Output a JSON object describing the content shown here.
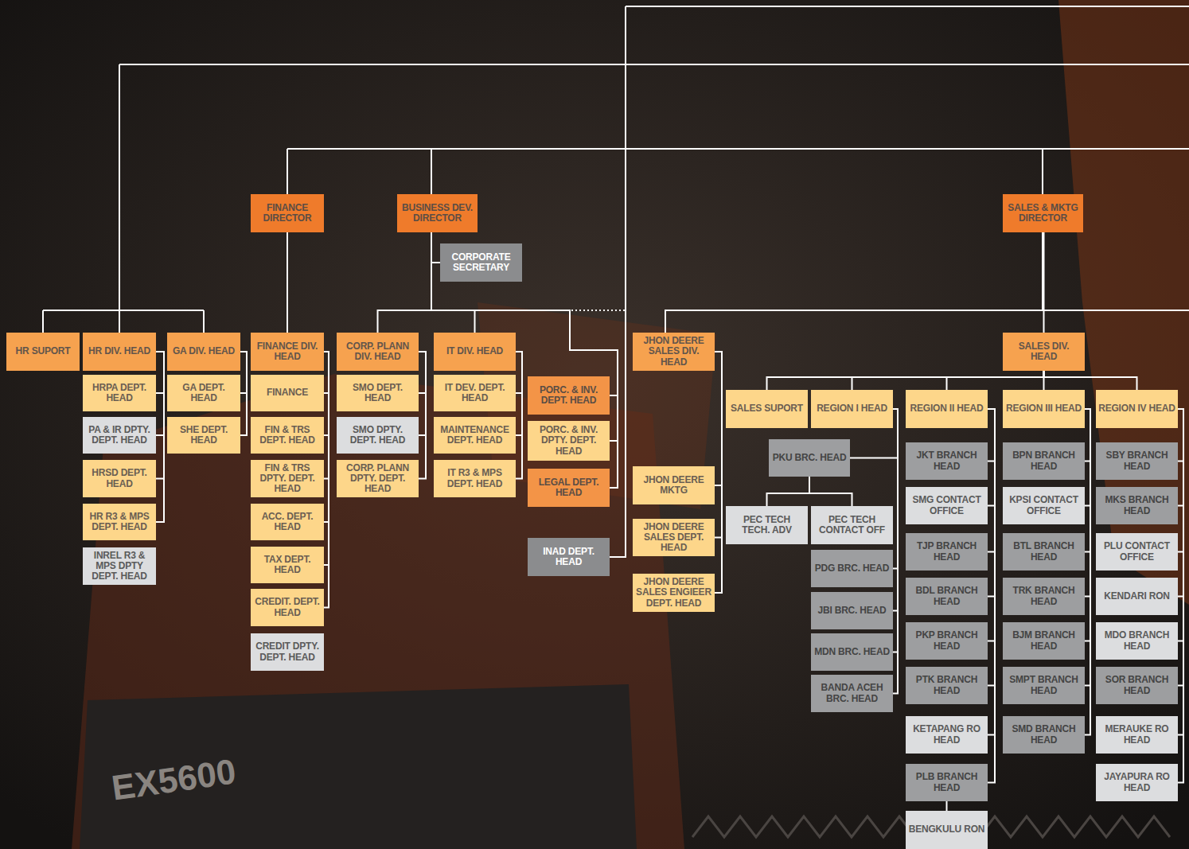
{
  "diagram": {
    "nodes": [
      {
        "text": [
          "FINANCE DIRECTOR"
        ]
      },
      {
        "text": [
          "BUSINESS DEV. DIRECTOR"
        ]
      },
      {
        "text": [
          "CORPORATE SECRETARY"
        ]
      },
      {
        "text": [
          "SALES & MKTG DIRECTOR"
        ]
      },
      {
        "text": [
          "HR SUPORT"
        ]
      },
      {
        "text": [
          "HR DIV. HEAD"
        ]
      },
      {
        "text": [
          "HRPA DEPT. HEAD"
        ]
      },
      {
        "text": [
          "PA & IR DPTY. DEPT. HEAD"
        ]
      },
      {
        "text": [
          "HRSD DEPT. HEAD"
        ]
      },
      {
        "text": [
          "HR R3 & MPS DEPT. HEAD"
        ]
      },
      {
        "text": [
          "INREL R3 & MPS DPTY DEPT. HEAD"
        ]
      },
      {
        "text": [
          "GA DIV. HEAD"
        ]
      },
      {
        "text": [
          "GA DEPT. HEAD"
        ]
      },
      {
        "text": [
          "SHE DEPT. HEAD"
        ]
      },
      {
        "text": [
          "FINANCE DIV. HEAD"
        ]
      },
      {
        "text": [
          "FINANCE"
        ]
      },
      {
        "text": [
          "FIN & TRS DEPT. HEAD"
        ]
      },
      {
        "text": [
          "FIN & TRS DPTY. DEPT. HEAD"
        ]
      },
      {
        "text": [
          "ACC. DEPT. HEAD"
        ]
      },
      {
        "text": [
          "TAX DEPT. HEAD"
        ]
      },
      {
        "text": [
          "CREDIT. DEPT. HEAD"
        ]
      },
      {
        "text": [
          "CREDIT DPTY. DEPT. HEAD"
        ]
      },
      {
        "text": [
          "CORP. PLANN DIV. HEAD"
        ]
      },
      {
        "text": [
          "SMO DEPT. HEAD"
        ]
      },
      {
        "text": [
          "SMO DPTY. DEPT. HEAD"
        ]
      },
      {
        "text": [
          "CORP. PLANN DPTY. DEPT. HEAD"
        ]
      },
      {
        "text": [
          "IT DIV. HEAD"
        ]
      },
      {
        "text": [
          "IT DEV. DEPT. HEAD"
        ]
      },
      {
        "text": [
          "MAINTENANCE DEPT. HEAD"
        ]
      },
      {
        "text": [
          "IT R3 & MPS DEPT. HEAD"
        ]
      },
      {
        "text": [
          "PORC. & INV. DEPT. HEAD"
        ]
      },
      {
        "text": [
          "PORC. & INV. DPTY. DEPT. HEAD"
        ]
      },
      {
        "text": [
          "LEGAL DEPT. HEAD"
        ]
      },
      {
        "text": [
          "INAD DEPT. HEAD"
        ]
      },
      {
        "text": [
          "JHON DEERE SALES DIV. HEAD"
        ]
      },
      {
        "text": [
          "JHON DEERE MKTG"
        ]
      },
      {
        "text": [
          "JHON DEERE SALES DEPT. HEAD"
        ]
      },
      {
        "text": [
          "JHON DEERE SALES ENGIEER DEPT. HEAD"
        ]
      },
      {
        "text": [
          "SALES DIV. HEAD"
        ]
      },
      {
        "text": [
          "SALES SUPORT"
        ]
      },
      {
        "text": [
          "REGION I HEAD"
        ]
      },
      {
        "text": [
          "PKU BRC. HEAD"
        ]
      },
      {
        "text": [
          "PEC TECH TECH. ADV"
        ]
      },
      {
        "text": [
          "PEC TECH CONTACT OFF"
        ]
      },
      {
        "text": [
          "PDG BRC. HEAD"
        ]
      },
      {
        "text": [
          "JBI BRC. HEAD"
        ]
      },
      {
        "text": [
          "MDN BRC. HEAD"
        ]
      },
      {
        "text": [
          "BANDA ACEH BRC. HEAD"
        ]
      },
      {
        "text": [
          "REGION II HEAD"
        ]
      },
      {
        "text": [
          "JKT BRANCH HEAD"
        ]
      },
      {
        "text": [
          "SMG CONTACT OFFICE"
        ]
      },
      {
        "text": [
          "TJP BRANCH HEAD"
        ]
      },
      {
        "text": [
          "BDL BRANCH HEAD"
        ]
      },
      {
        "text": [
          "PKP BRANCH HEAD"
        ]
      },
      {
        "text": [
          "PTK BRANCH HEAD"
        ]
      },
      {
        "text": [
          "KETAPANG RO HEAD"
        ]
      },
      {
        "text": [
          "PLB BRANCH HEAD"
        ]
      },
      {
        "text": [
          "BENGKULU RON"
        ]
      },
      {
        "text": [
          "REGION III HEAD"
        ]
      },
      {
        "text": [
          "BPN BRANCH HEAD"
        ]
      },
      {
        "text": [
          "KPSI CONTACT OFFICE"
        ]
      },
      {
        "text": [
          "BTL BRANCH HEAD"
        ]
      },
      {
        "text": [
          "TRK BRANCH HEAD"
        ]
      },
      {
        "text": [
          "BJM BRANCH HEAD"
        ]
      },
      {
        "text": [
          "SMPT BRANCH HEAD"
        ]
      },
      {
        "text": [
          "SMD BRANCH HEAD"
        ]
      },
      {
        "text": [
          "REGION IV HEAD"
        ]
      },
      {
        "text": [
          "SBY BRANCH HEAD"
        ]
      },
      {
        "text": [
          "MKS BRANCH HEAD"
        ]
      },
      {
        "text": [
          "PLU CONTACT OFFICE"
        ]
      },
      {
        "text": [
          "KENDARI RON"
        ]
      },
      {
        "text": [
          "MDO BRANCH HEAD"
        ]
      },
      {
        "text": [
          "SOR BRANCH HEAD"
        ]
      },
      {
        "text": [
          "MERAUKE RO HEAD"
        ]
      },
      {
        "text": [
          "JAYAPURA RO HEAD"
        ]
      }
    ],
    "edges": [
      {
        "from": 0,
        "to": 14,
        "arrow": "none"
      },
      {
        "from": 1,
        "to": 2,
        "arrow": "none"
      },
      {
        "from": 1,
        "to": 22,
        "arrow": "none"
      },
      {
        "from": 1,
        "to": 26,
        "arrow": "none"
      },
      {
        "from": 1,
        "to": 30,
        "arrow": "none"
      },
      {
        "from": 1,
        "to": 31,
        "arrow": "none"
      },
      {
        "from": 1,
        "to": 32,
        "arrow": "none"
      },
      {
        "from": 3,
        "to": 38,
        "arrow": "none"
      },
      {
        "from": 3,
        "to": 34,
        "arrow": "none"
      },
      {
        "from": 5,
        "to": 6,
        "arrow": "none"
      },
      {
        "from": 5,
        "to": 7,
        "arrow": "none"
      },
      {
        "from": 5,
        "to": 8,
        "arrow": "none"
      },
      {
        "from": 5,
        "to": 9,
        "arrow": "none"
      },
      {
        "from": 11,
        "to": 12,
        "arrow": "none"
      },
      {
        "from": 11,
        "to": 13,
        "arrow": "none"
      },
      {
        "from": 14,
        "to": 15,
        "arrow": "none"
      },
      {
        "from": 14,
        "to": 16,
        "arrow": "none"
      },
      {
        "from": 14,
        "to": 17,
        "arrow": "none"
      },
      {
        "from": 14,
        "to": 18,
        "arrow": "none"
      },
      {
        "from": 14,
        "to": 19,
        "arrow": "none"
      },
      {
        "from": 14,
        "to": 20,
        "arrow": "none"
      },
      {
        "from": 22,
        "to": 23,
        "arrow": "none"
      },
      {
        "from": 22,
        "to": 24,
        "arrow": "none"
      },
      {
        "from": 22,
        "to": 25,
        "arrow": "none"
      },
      {
        "from": 26,
        "to": 27,
        "arrow": "none"
      },
      {
        "from": 26,
        "to": 28,
        "arrow": "none"
      },
      {
        "from": 26,
        "to": 29,
        "arrow": "none"
      },
      {
        "from": 34,
        "to": 35,
        "arrow": "none"
      },
      {
        "from": 34,
        "to": 36,
        "arrow": "none"
      },
      {
        "from": 34,
        "to": 37,
        "arrow": "none"
      },
      {
        "from": 38,
        "to": 39,
        "arrow": "none"
      },
      {
        "from": 38,
        "to": 40,
        "arrow": "none"
      },
      {
        "from": 38,
        "to": 48,
        "arrow": "none"
      },
      {
        "from": 38,
        "to": 58,
        "arrow": "none"
      },
      {
        "from": 38,
        "to": 66,
        "arrow": "none"
      },
      {
        "from": 40,
        "to": 41,
        "arrow": "none"
      },
      {
        "from": 40,
        "to": 44,
        "arrow": "none"
      },
      {
        "from": 40,
        "to": 45,
        "arrow": "none"
      },
      {
        "from": 40,
        "to": 46,
        "arrow": "none"
      },
      {
        "from": 40,
        "to": 47,
        "arrow": "none"
      },
      {
        "from": 41,
        "to": 42,
        "arrow": "none"
      },
      {
        "from": 41,
        "to": 43,
        "arrow": "none"
      },
      {
        "from": 48,
        "to": 49,
        "arrow": "none"
      },
      {
        "from": 48,
        "to": 50,
        "arrow": "none"
      },
      {
        "from": 48,
        "to": 51,
        "arrow": "none"
      },
      {
        "from": 48,
        "to": 52,
        "arrow": "none"
      },
      {
        "from": 48,
        "to": 53,
        "arrow": "none"
      },
      {
        "from": 48,
        "to": 54,
        "arrow": "none"
      },
      {
        "from": 48,
        "to": 55,
        "arrow": "none"
      },
      {
        "from": 48,
        "to": 56,
        "arrow": "none"
      },
      {
        "from": 56,
        "to": 57,
        "arrow": "none"
      },
      {
        "from": 58,
        "to": 59,
        "arrow": "none"
      },
      {
        "from": 58,
        "to": 60,
        "arrow": "none"
      },
      {
        "from": 58,
        "to": 61,
        "arrow": "none"
      },
      {
        "from": 58,
        "to": 62,
        "arrow": "none"
      },
      {
        "from": 58,
        "to": 63,
        "arrow": "none"
      },
      {
        "from": 58,
        "to": 64,
        "arrow": "none"
      },
      {
        "from": 58,
        "to": 65,
        "arrow": "none"
      },
      {
        "from": 66,
        "to": 67,
        "arrow": "none"
      },
      {
        "from": 66,
        "to": 68,
        "arrow": "none"
      },
      {
        "from": 66,
        "to": 69,
        "arrow": "none"
      },
      {
        "from": 66,
        "to": 70,
        "arrow": "none"
      },
      {
        "from": 66,
        "to": 71,
        "arrow": "none"
      },
      {
        "from": 66,
        "to": 72,
        "arrow": "none"
      },
      {
        "from": 66,
        "to": 73,
        "arrow": "none"
      },
      {
        "from": 66,
        "to": 74,
        "arrow": "none"
      }
    ],
    "labels": [
      "EX5600"
    ]
  }
}
